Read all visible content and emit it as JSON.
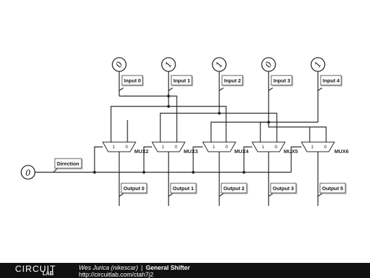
{
  "inputs": [
    {
      "probe_value": "0",
      "label": "Input 0"
    },
    {
      "probe_value": "1",
      "label": "Input 1"
    },
    {
      "probe_value": "1",
      "label": "Input 2"
    },
    {
      "probe_value": "0",
      "label": "Input 3"
    },
    {
      "probe_value": "1",
      "label": "Input 4"
    }
  ],
  "outputs": [
    {
      "label": "Output 0"
    },
    {
      "label": "Output 1"
    },
    {
      "label": "Output 2"
    },
    {
      "label": "Output 3"
    },
    {
      "label": "Output 5"
    }
  ],
  "muxes": [
    {
      "label": "MUX2"
    },
    {
      "label": "MUX3"
    },
    {
      "label": "MUX4"
    },
    {
      "label": "MUX5"
    },
    {
      "label": "MUX6"
    }
  ],
  "mux_select": {
    "one": "1",
    "zero": "0"
  },
  "direction": {
    "probe_value": "0",
    "label": "Direction"
  },
  "footer": {
    "logo_top": "CIRCUIT",
    "logo_bottom": "LAB",
    "author": "Wes Jurica (nikescar)",
    "separator": "|",
    "title": "General Shifter",
    "url": "http://circuitlab.com/ctah7j2"
  }
}
